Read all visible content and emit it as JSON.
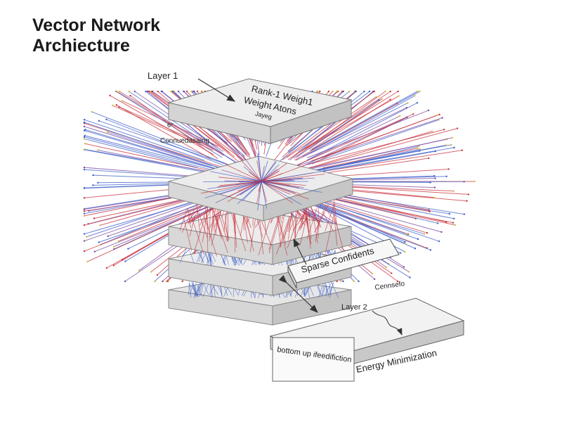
{
  "title": {
    "line1": "Vector Network",
    "line2": "Archiecture"
  },
  "labels": {
    "layer1": "Layer 1",
    "rank_line1": "Rank-1 Weigh1",
    "rank_line2": "Weight Atons",
    "rank_line3": "Jayeg",
    "left_label": "Connuedasaing",
    "left_small": "6*",
    "sparse": "Sparse Confidents",
    "right_label": "Cennsefo",
    "layer2": "Layer 2",
    "bottom_left": "bottom up ifeedifiction",
    "energy": "Energy Minimization"
  },
  "colors": {
    "red": "#c8323c",
    "blue": "#3c5ec8",
    "purple": "#7a4ba0",
    "panel_top": "#ececec",
    "panel_side": "#c7c7c7",
    "panel_front": "#dadada"
  }
}
